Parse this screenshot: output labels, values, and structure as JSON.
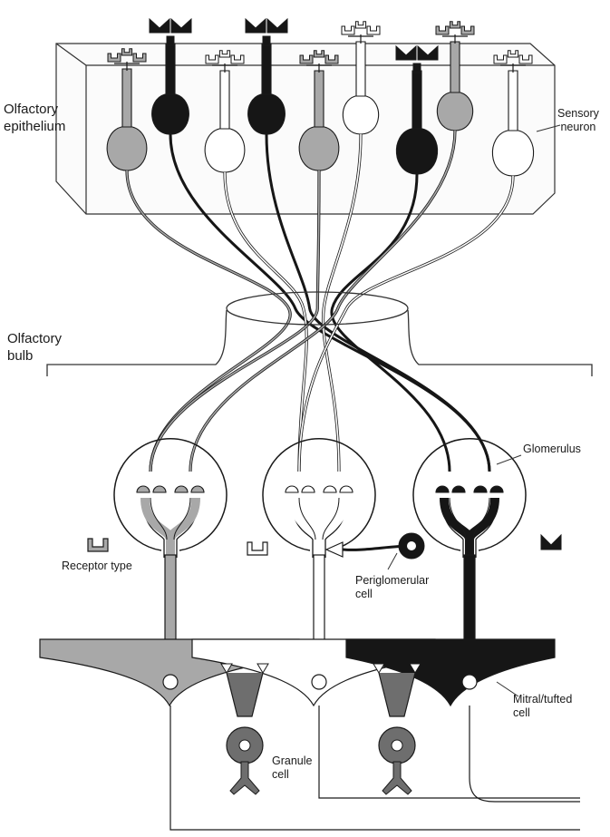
{
  "labels": {
    "olfactory_epithelium": [
      "Olfactory",
      "epithelium"
    ],
    "sensory_neuron": [
      "Sensory",
      "neuron"
    ],
    "olfactory_bulb": [
      "Olfactory",
      "bulb"
    ],
    "glomerulus": "Glomerulus",
    "receptor_type": "Receptor type",
    "periglomerular_cell": [
      "Periglomerular",
      "cell"
    ],
    "mitral_tufted_cell": [
      "Mitral/tufted",
      "cell"
    ],
    "granule_cell": [
      "Granule",
      "cell"
    ]
  },
  "receptor_types": [
    {
      "name": "gray",
      "fill": "#a8a8a8"
    },
    {
      "name": "white",
      "fill": "#ffffff"
    },
    {
      "name": "black",
      "fill": "#161616"
    }
  ],
  "colors": {
    "gray": "#a8a8a8",
    "black": "#161616",
    "white": "#ffffff",
    "outline": "#1a1a1a"
  }
}
